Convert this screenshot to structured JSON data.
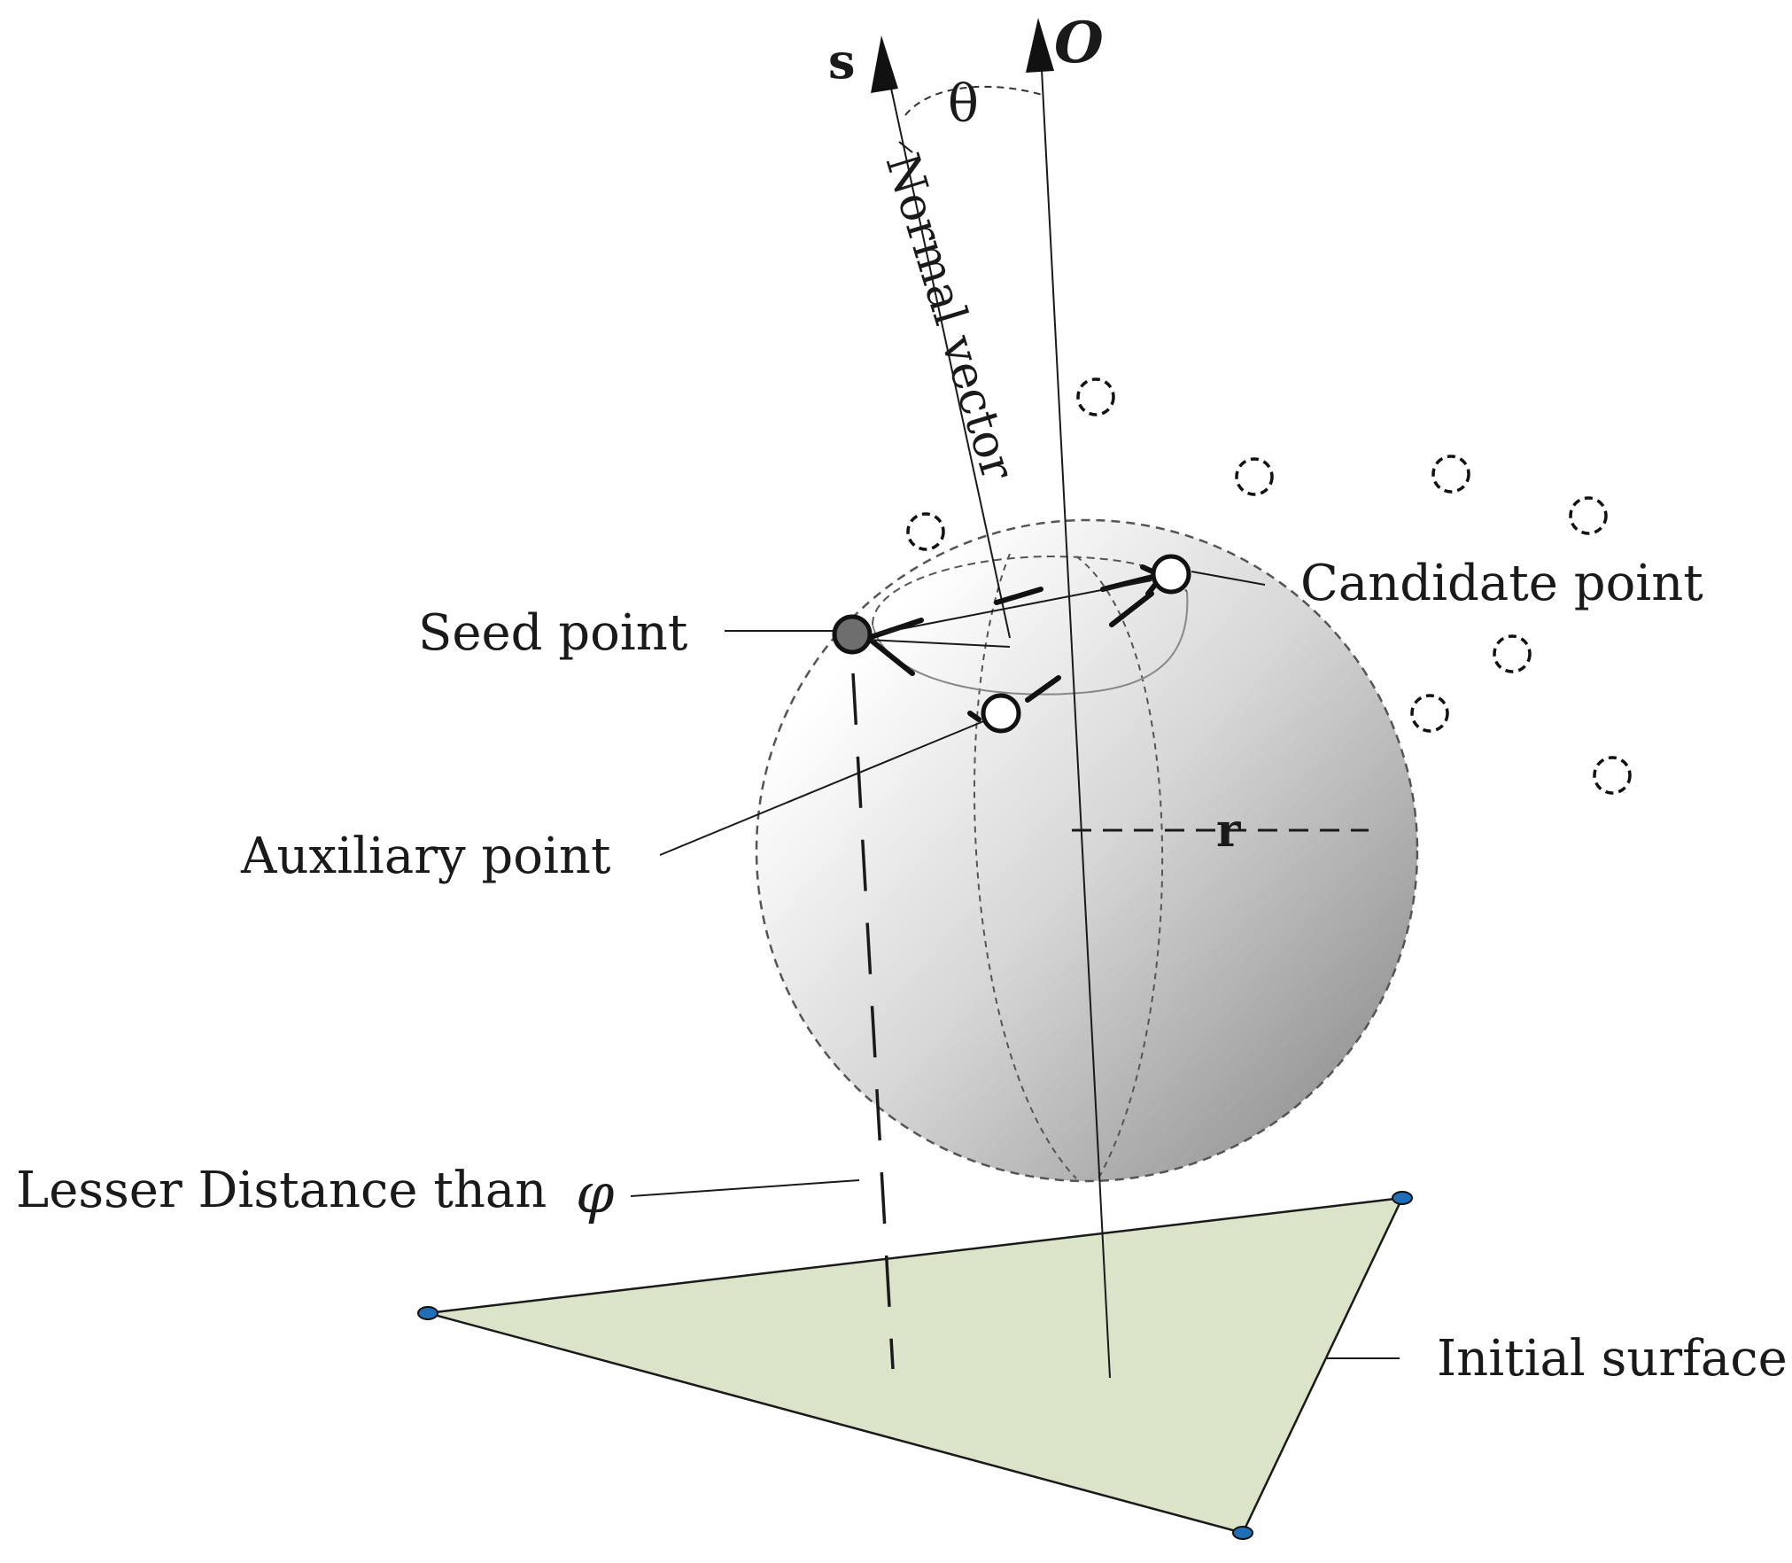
{
  "labels": {
    "s": "s",
    "o": "O",
    "theta": "θ",
    "normal_vector": "Normal vector",
    "candidate_point": "Candidate point",
    "seed_point": "Seed point",
    "auxiliary_point": "Auxiliary point",
    "r": "r",
    "lesser_distance": "Lesser Distance than",
    "phi": "φ",
    "initial_surface": "Initial surface"
  },
  "colors": {
    "surface_fill": "#dbe3c9",
    "vertex_marker": "#1e6fb8",
    "seed_point_fill": "#6e6e6e",
    "phi_color": "#1a4f8a"
  }
}
